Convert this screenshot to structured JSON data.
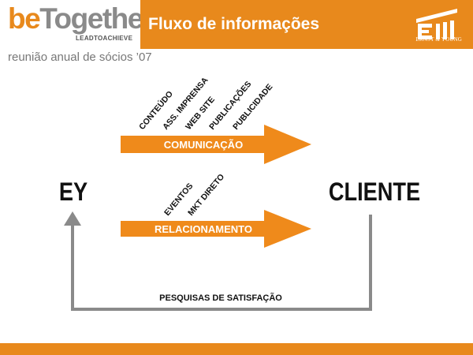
{
  "header": {
    "logo_be": "be",
    "logo_together": "Together",
    "logo_tagline": "LEADTOACHIEVE",
    "title": "Fluxo de informações",
    "brand_text": "ERNST & YOUNG",
    "subtitle": "reunião anual de sócios ’07"
  },
  "diagram": {
    "source_node": "EY",
    "target_node": "CLIENTE",
    "arrows": [
      {
        "label": "COMUNICAÇÃO",
        "tags": [
          "CONTEÚDO",
          "ASS. IMPRENSA",
          "WEB SITE",
          "PUBLICAÇÕES",
          "PUBLICIDADE"
        ]
      },
      {
        "label": "RELACIONAMENTO",
        "tags": [
          "EVENTOS",
          "MKT DIRETO"
        ]
      }
    ],
    "feedback_label": "PESQUISAS DE SATISFAÇÃO"
  },
  "colors": {
    "accent": "#e8891c",
    "arrow": "#ef8a1b",
    "feedback_line": "#8a8a8a"
  }
}
